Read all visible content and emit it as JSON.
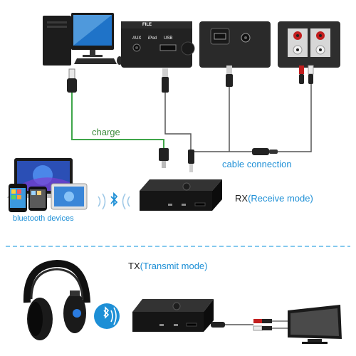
{
  "labels": {
    "charge": "charge",
    "cable_connection": "cable connection",
    "bluetooth_devices": "bluetooth devices",
    "rx_prefix": "RX",
    "rx_mode": "(Receive mode)",
    "tx_prefix": "TX",
    "tx_mode": "(Transmit mode)"
  },
  "panel_text": {
    "file": "FILE",
    "aux": "AUX",
    "ipod": "iPod",
    "usb": "USB"
  },
  "colors": {
    "charge_line": "#3fa64a",
    "accent_blue": "#1d8fd6",
    "cable": "#555555",
    "divider": "#5bb7e8"
  },
  "icons": [
    "desktop-computer-icon",
    "laptop-icon",
    "tablet-icon",
    "phone-icon",
    "bluetooth-icon",
    "wireless-signal-icon",
    "headphones-icon",
    "tv-icon"
  ]
}
